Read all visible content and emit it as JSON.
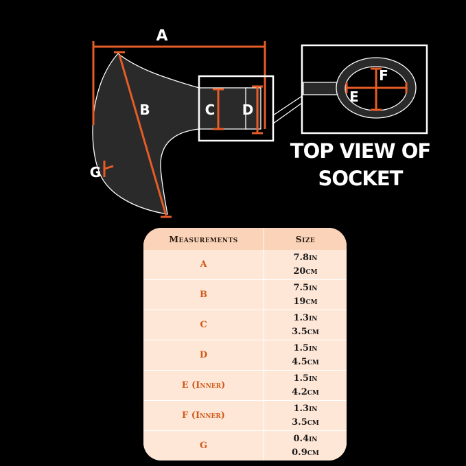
{
  "diagram": {
    "labels": {
      "a": "A",
      "b": "B",
      "c": "C",
      "d": "D",
      "e": "E",
      "f": "F",
      "g": "G"
    },
    "caption_line1": "TOP VIEW OF",
    "caption_line2": "SOCKET",
    "colors": {
      "accent": "#e65c27",
      "blade": "#2a2a2a",
      "outline": "#ffffff",
      "background": "#000000"
    }
  },
  "table": {
    "header": {
      "col1": "Measurements",
      "col2": "Size"
    },
    "rows": [
      {
        "name": "A",
        "inch": "7.8in",
        "cm": "20cm"
      },
      {
        "name": "B",
        "inch": "7.5in",
        "cm": "19cm"
      },
      {
        "name": "C",
        "inch": "1.3in",
        "cm": "3.5cm"
      },
      {
        "name": "D",
        "inch": "1.5in",
        "cm": "4.5cm"
      },
      {
        "name": "E (Inner)",
        "inch": "1.5in",
        "cm": "4.2cm"
      },
      {
        "name": "F (Inner)",
        "inch": "1.3in",
        "cm": "3.5cm"
      },
      {
        "name": "G",
        "inch": "0.4in",
        "cm": "0.9cm"
      }
    ],
    "colors": {
      "header_bg": "#fad3b9",
      "row_bg": "#ffe7d8",
      "name_text": "#d05a1a"
    }
  }
}
